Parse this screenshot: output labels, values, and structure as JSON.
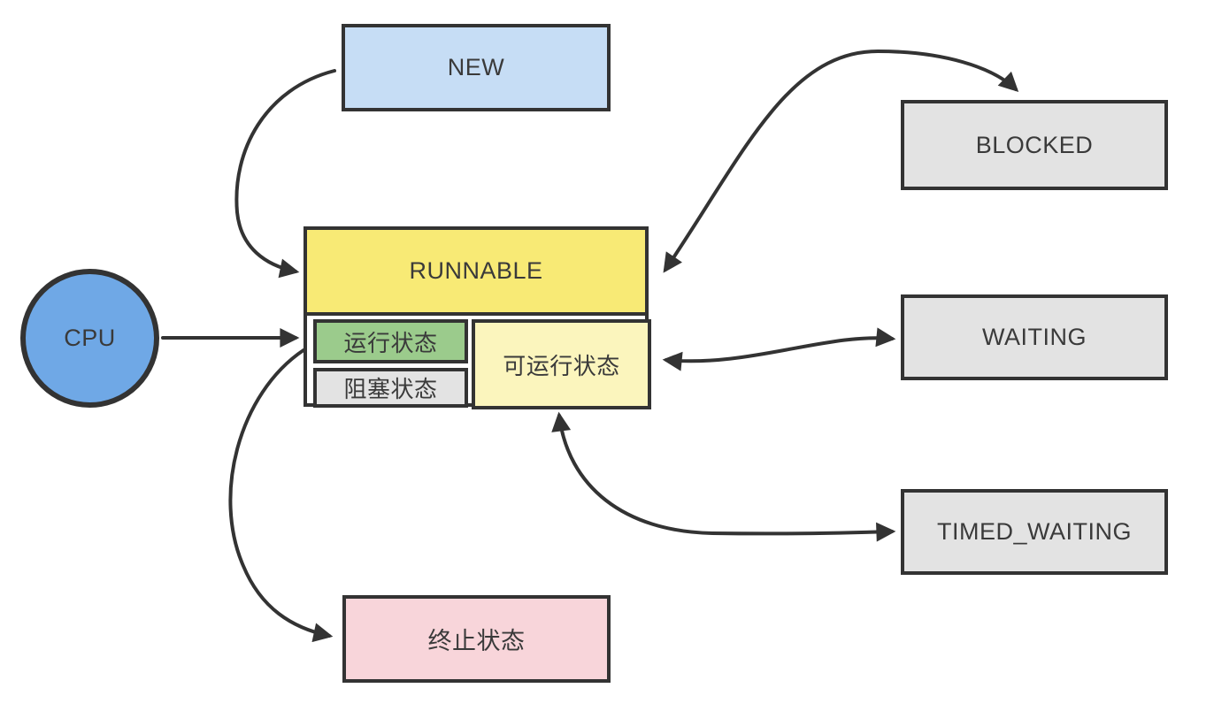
{
  "diagram": {
    "description": "Java thread state transition diagram",
    "nodes": {
      "cpu": {
        "label": "CPU"
      },
      "new": {
        "label": "NEW"
      },
      "runnable": {
        "label": "RUNNABLE",
        "running_label": "运行状态",
        "blocked_label": "阻塞状态",
        "ready_label": "可运行状态"
      },
      "blocked": {
        "label": "BLOCKED"
      },
      "waiting": {
        "label": "WAITING"
      },
      "timed_waiting": {
        "label": "TIMED_WAITING"
      },
      "terminated": {
        "label": "终止状态"
      }
    },
    "edges": [
      {
        "from": "new",
        "to": "runnable",
        "direction": "one-way"
      },
      {
        "from": "cpu",
        "to": "runnable",
        "direction": "one-way"
      },
      {
        "from": "runnable",
        "to": "terminated",
        "direction": "one-way"
      },
      {
        "from": "runnable",
        "to": "blocked",
        "direction": "two-way"
      },
      {
        "from": "runnable",
        "to": "waiting",
        "direction": "two-way"
      },
      {
        "from": "runnable.ready",
        "to": "timed_waiting",
        "direction": "two-way"
      }
    ],
    "colors": {
      "background": "#ffffff",
      "border": "#333333",
      "arrow": "#333333",
      "text": "#3a3a3a",
      "new_fill": "#c6ddf5",
      "cpu_fill": "#6fa8e6",
      "runnable_fill": "#f8ea75",
      "running_fill": "#9bcb8c",
      "blocked_sub_fill": "#e3e3e3",
      "ready_fill": "#fbf5bd",
      "blocked_fill": "#e3e3e3",
      "waiting_fill": "#e3e3e3",
      "timed_waiting_fill": "#e3e3e3",
      "terminated_fill": "#f8d5da"
    }
  }
}
